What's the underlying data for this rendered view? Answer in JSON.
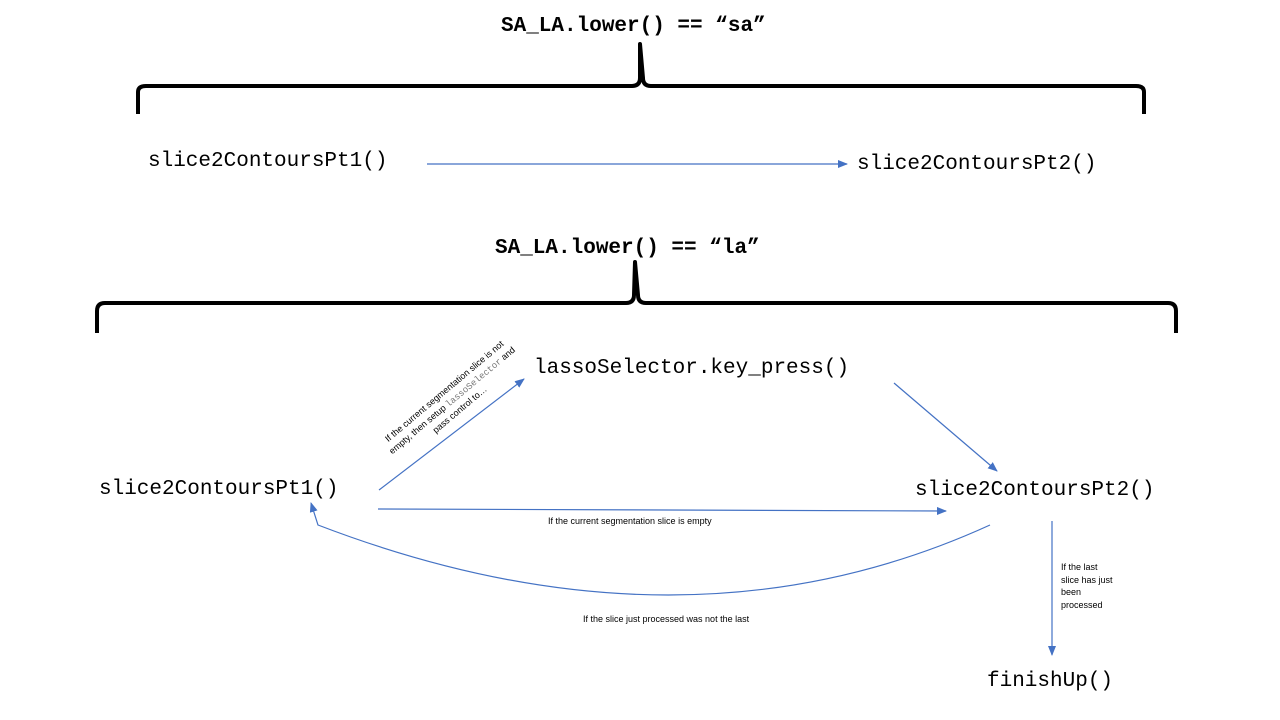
{
  "sa_section": {
    "title": "SA_LA.lower() == “sa”",
    "pt1": "slice2ContoursPt1()",
    "pt2": "slice2ContoursPt2()"
  },
  "la_section": {
    "title": "SA_LA.lower() == “la”",
    "pt1": "slice2ContoursPt1()",
    "lasso": "lassoSelector.key_press()",
    "pt2": "slice2ContoursPt2()",
    "finish": "finishUp()",
    "notes": {
      "not_empty_a": "If the current segmentation slice is not empty, then setup ",
      "not_empty_code": "lassoSelector",
      "not_empty_b": " and pass control to…",
      "empty": "If the current segmentation slice is empty",
      "not_last": "If the slice just processed was not the last",
      "last": "If the last slice has just been processed"
    }
  },
  "colors": {
    "arrow": "#4472C4",
    "brace": "#000000"
  }
}
